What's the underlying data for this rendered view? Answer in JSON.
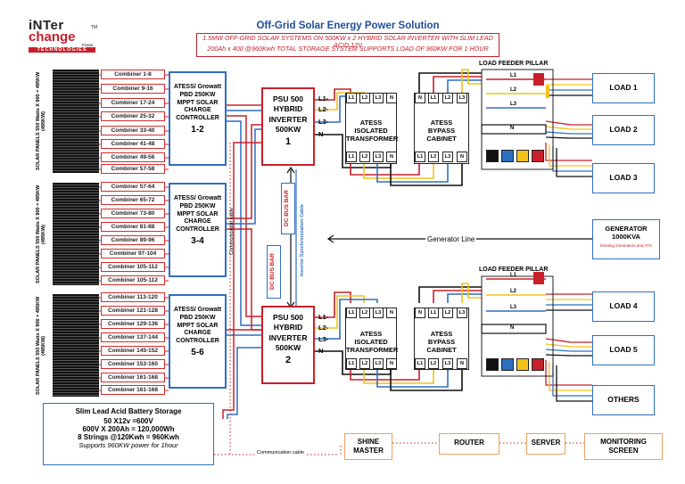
{
  "logo": {
    "line1": "iNTer",
    "line2": "change",
    "tm": "TM",
    "sub": "TECHNOLOGIES",
    "tag": "Power"
  },
  "title": {
    "main": "Off-Grid Solar Energy Power Solution",
    "sub1": "1.5MW OFF-GRID SOLAR SYSTEMS ON 500KW x 2  HYBRID SOLAR INVERTER WITH SLIM LEAD ACID 12V",
    "sub2": "200Ah x 400 @960Kwh TOTAL STORAGE SYSTEM SUPPORTS LOAD OF 960KW FOR 1 HOUR"
  },
  "panels": [
    {
      "text": "SOLAR PANELS 550 Watts X 900 = 495KW (495KW)"
    },
    {
      "text": "SOLAR PANELS 550 Watts X 900 = 495KW (495KW)"
    },
    {
      "text": "SOLAR PANELS 550 Watts X 900 = 495KW (495KW)"
    }
  ],
  "combiners": [
    "Combiner 1-8",
    "Combiner 9-16",
    "Combiner 17-24",
    "Combiner 25-32",
    "Combiner 33-40",
    "Combiner 41-48",
    "Combiner 49-56",
    "Combiner 57-58",
    "Combiner 57-64",
    "Combiner 65-72",
    "Combiner 73-80",
    "Combiner 81-88",
    "Combiner 89-96",
    "Combiner 97-104",
    "Combiner 105-112",
    "Combiner 105-112",
    "Combiner 113-120",
    "Combiner 121-128",
    "Combiner 129-136",
    "Combiner 137-144",
    "Combiner 145-152",
    "Combiner 153-160",
    "Combiner 161-168",
    "Combiner 161-168"
  ],
  "controllers": [
    {
      "text": "ATESS/ Growatt PBD 250KW MPPT SOLAR CHARGE CONTROLLER",
      "num": "1-2"
    },
    {
      "text": "ATESS/ Growatt PBD 250KW MPPT SOLAR CHARGE CONTROLLER",
      "num": "3-4"
    },
    {
      "text": "ATESS/ Growatt PBD 250KW MPPT SOLAR CHARGE CONTROLLER",
      "num": "5-6"
    }
  ],
  "comm_cable_vertical": "Communication cable",
  "comm_cable_bottom": "Communication cable",
  "dc_bus_bar": "DC BUS BAR",
  "inverter_sync": "Inverter Synchronization Cable",
  "psu": [
    {
      "l1": "PSU 500",
      "l2": "HYBRID",
      "l3": "INVERTER",
      "l4": "500KW",
      "num": "1"
    },
    {
      "l1": "PSU 500",
      "l2": "HYBRID",
      "l3": "INVERTER",
      "l4": "500KW",
      "num": "2"
    }
  ],
  "phases": [
    "L1",
    "L2",
    "L3",
    "N"
  ],
  "phase_labels": {
    "l1": "L1-",
    "l2": "L2-",
    "l3": "L3-",
    "n": "N-"
  },
  "transformer": {
    "line1": "ATESS",
    "line2": "ISOLATED",
    "line3": "TRANSFORMER"
  },
  "bypass": {
    "line1": "ATESS",
    "line2": "BYPASS",
    "line3": "CABINET"
  },
  "feeder_pillar": "LOAD FEEDER PILLAR",
  "feeder_rails": [
    "L1",
    "L2",
    "L3",
    "N"
  ],
  "loads": [
    "LOAD 1",
    "LOAD 2",
    "LOAD 3",
    "LOAD 4",
    "LOAD 5",
    "OTHERS"
  ],
  "generator": {
    "line1": "GENERATOR",
    "line2": "1000KVA",
    "note": "Existing Generators and ATS"
  },
  "generator_line": "Generator Line",
  "battery": {
    "title": "Slim Lead Acid Battery Storage",
    "l1": "50 X12v =600V",
    "l2": "600V X  200Ah = 120,000Wh",
    "l3": "8 Strings @120Kwh = 960Kwh",
    "l4": "Supports 960KW power for 1hour"
  },
  "monitoring": [
    {
      "label": "SHINE MASTER"
    },
    {
      "label": "ROUTER"
    },
    {
      "label": "SERVER"
    },
    {
      "label": "MONITORING SCREEN"
    }
  ],
  "colors": {
    "red": "#c8202a",
    "blue": "#2f6fc0",
    "yellow": "#f2c21a",
    "black": "#111111",
    "orange": "#f0a060",
    "titleblue": "#1f4e9a"
  }
}
